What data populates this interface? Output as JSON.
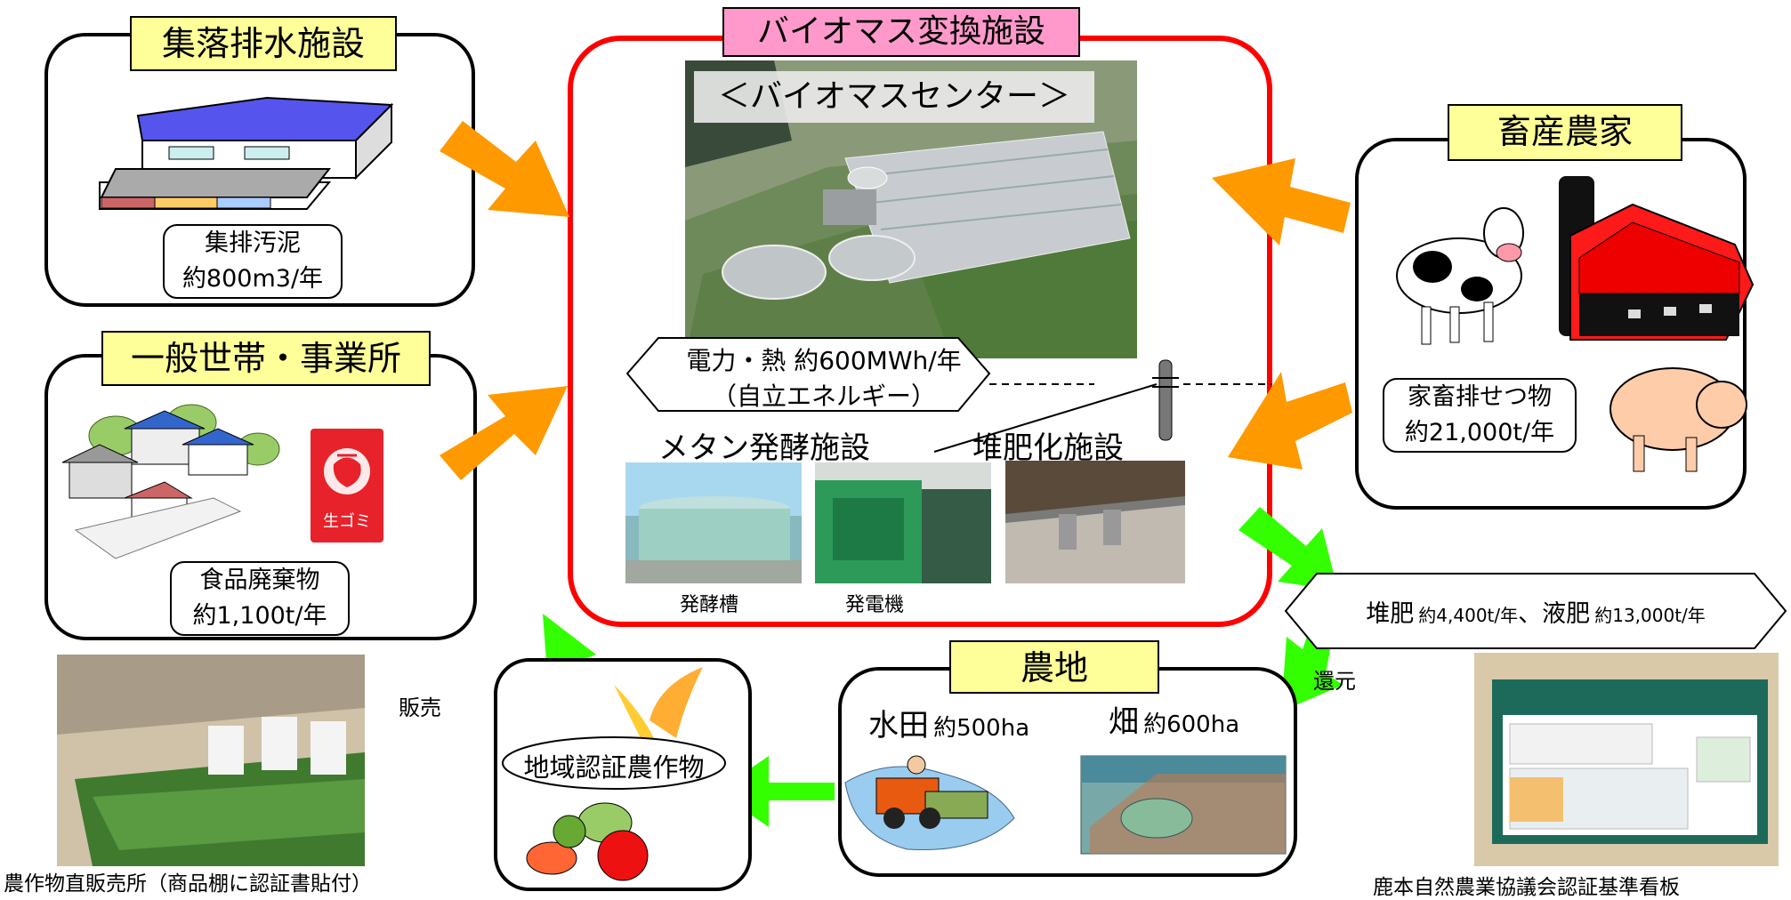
{
  "sewage": {
    "title": "集落排水施設",
    "name": "集排汚泥",
    "amount": "約800m3/年"
  },
  "household": {
    "title": "一般世帯・事業所",
    "name": "食品廃棄物",
    "amount": "約1,100t/年",
    "garbage_sign": "生ゴミ"
  },
  "center": {
    "title": "バイオマス変換施設",
    "banner": "＜バイオマスセンター＞",
    "energy_line1": "電力・熱 約600MWh/年",
    "energy_line2": "（自立エネルギー）",
    "methane_label": "メタン発酵施設",
    "compost_label": "堆肥化施設",
    "tank_caption": "発酵槽",
    "generator_caption": "発電機"
  },
  "livestock": {
    "title": "畜産農家",
    "name": "家畜排せつ物",
    "amount": "約21,000t/年"
  },
  "fertilizer": {
    "part1": "堆肥",
    "part2": "約4,400t/年",
    "part3": "、液肥",
    "part4": "約13,000t/年"
  },
  "return_label": "還元",
  "farmland": {
    "title": "農地",
    "paddy": "水田",
    "paddy_area": "約500ha",
    "field": "畑",
    "field_area": "約600ha"
  },
  "crop": {
    "label": "地域認証農作物"
  },
  "sales_label": "販売",
  "shop_caption": "農作物直販売所（商品棚に認証書貼付）",
  "sign_caption": "鹿本自然農業協議会認証基準看板",
  "colors": {
    "input_arrow": "#ff9900",
    "output_arrow": "#33ff00",
    "center_border": "#ff0000",
    "title_bg": "#ffff99",
    "center_title_bg": "#ff99cc"
  }
}
